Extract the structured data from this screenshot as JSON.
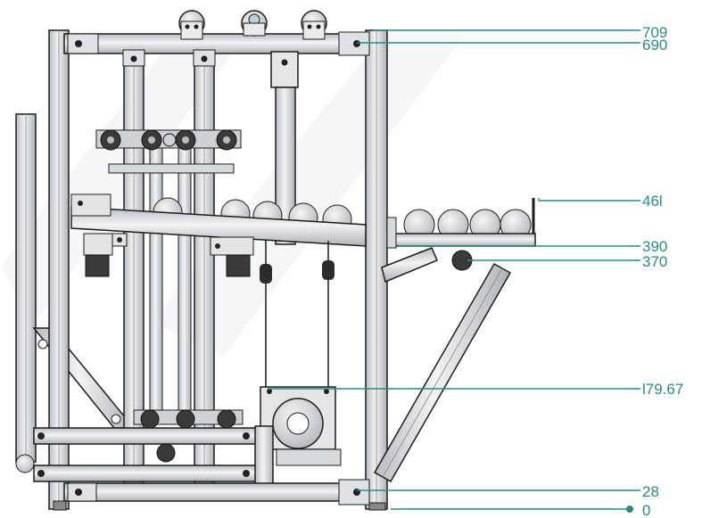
{
  "colors": {
    "leader": "#2a8a83",
    "frame_fill": "#d9dcdf",
    "frame_stroke": "#1c1c1c",
    "dark_part": "#3a3a3a",
    "watermark": "#eef0f2"
  },
  "dimensions": [
    {
      "id": "dim-709",
      "label": "709"
    },
    {
      "id": "dim-690",
      "label": "690"
    },
    {
      "id": "dim-461",
      "label": "46l"
    },
    {
      "id": "dim-390",
      "label": "390"
    },
    {
      "id": "dim-370",
      "label": "370"
    },
    {
      "id": "dim-179",
      "label": "l79.67"
    },
    {
      "id": "dim-28",
      "label": "28"
    },
    {
      "id": "dim-0",
      "label": "0"
    }
  ]
}
